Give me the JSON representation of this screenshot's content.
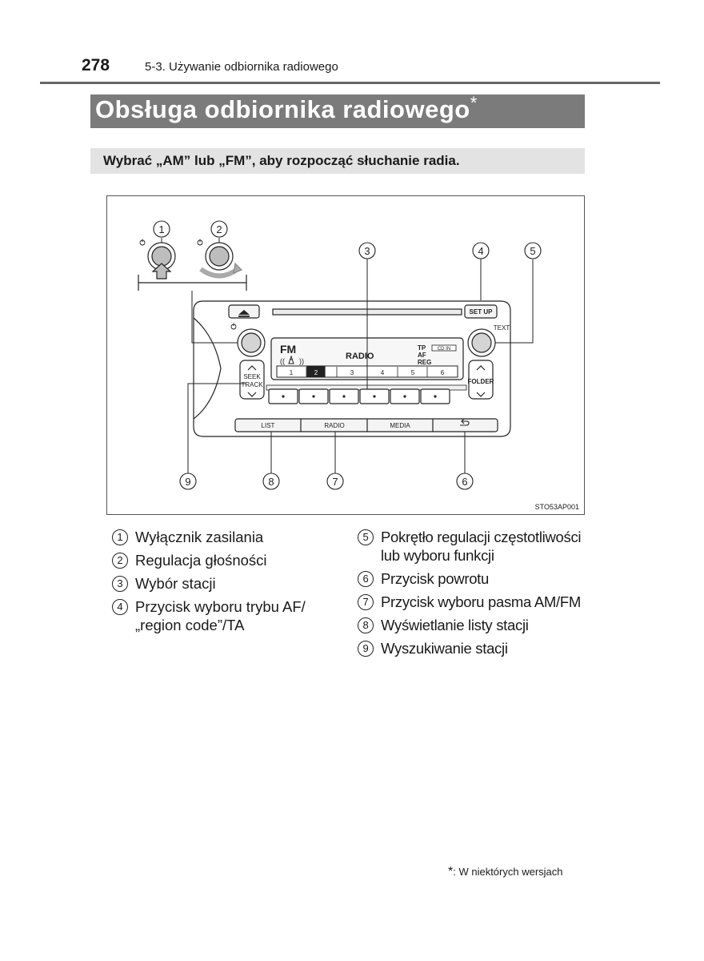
{
  "header": {
    "page_number": "278",
    "section": "5-3. Używanie odbiornika radiowego"
  },
  "title": {
    "text": "Obsługa odbiornika radiowego",
    "mark": "*"
  },
  "instruction": "Wybrać „AM” lub „FM”, aby rozpocząć słuchanie radia.",
  "figure": {
    "callouts": [
      "1",
      "2",
      "3",
      "4",
      "5",
      "6",
      "7",
      "8",
      "9"
    ],
    "labels": {
      "setup": "SET UP",
      "text": "TEXT",
      "seek": "SEEK",
      "track": "TRACK",
      "folder": "FOLDER",
      "list": "LIST",
      "radio_btn": "RADIO",
      "media": "MEDIA"
    },
    "display": {
      "band": "FM",
      "mode": "RADIO",
      "tp": "TP",
      "af": "AF",
      "reg": "REG",
      "cdin": "CD IN",
      "presets": [
        "1",
        "2",
        "3",
        "4",
        "5",
        "6"
      ]
    },
    "icons": [
      "eject-icon",
      "power-icon",
      "back-arrow-icon",
      "chevron-up-icon",
      "chevron-down-icon"
    ],
    "image_id": "STO53AP001"
  },
  "legend_left": [
    {
      "num": "1",
      "text": "Wyłącznik zasilania"
    },
    {
      "num": "2",
      "text": "Regulacja głośności"
    },
    {
      "num": "3",
      "text": "Wybór stacji"
    },
    {
      "num": "4",
      "text": "Przycisk wyboru trybu AF/„region code”/TA"
    }
  ],
  "legend_right": [
    {
      "num": "5",
      "text": "Pokrętło regulacji częstotliwości lub wyboru funkcji"
    },
    {
      "num": "6",
      "text": "Przycisk powrotu"
    },
    {
      "num": "7",
      "text": "Przycisk wyboru pasma AM/FM"
    },
    {
      "num": "8",
      "text": "Wyświetlanie listy stacji"
    },
    {
      "num": "9",
      "text": "Wyszukiwanie stacji"
    }
  ],
  "footnote": {
    "mark": "*",
    "text": ": W niektórych wersjach"
  }
}
